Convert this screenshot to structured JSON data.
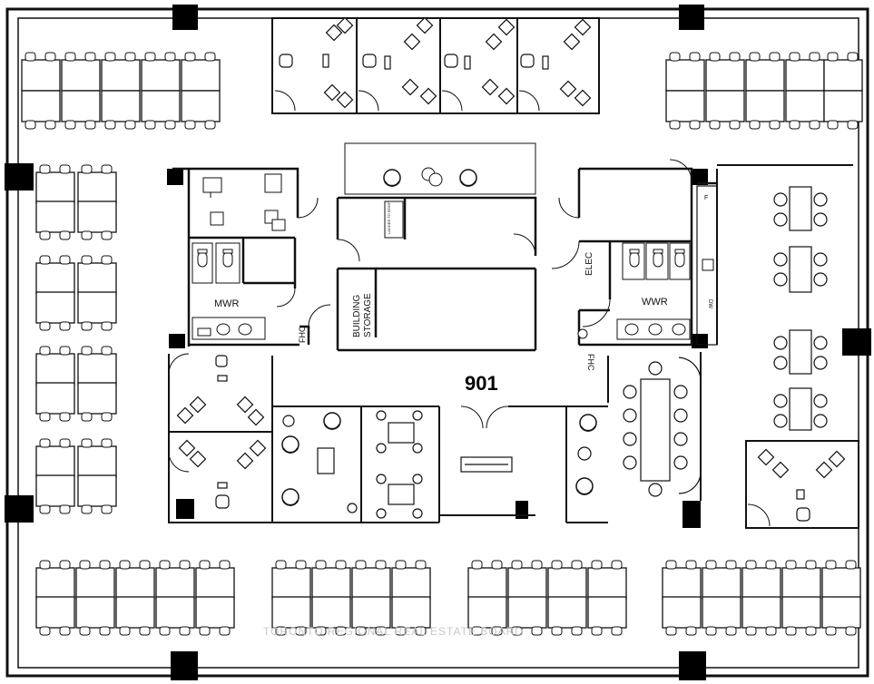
{
  "floor_plan": {
    "unit_number": "901",
    "rooms": {
      "mwr": "MWR",
      "wwr": "WWR",
      "elec": "ELEC",
      "building_storage_line1": "BUILDING",
      "building_storage_line2": "STORAGE",
      "fhc_left": "FHC",
      "fhc_right": "FHC",
      "shaft_note": "LADDER TO ROOF",
      "kitchen_fridge": "F",
      "kitchen_dishwasher": "DW"
    },
    "watermark": "TORONTO REGIONAL REAL ESTATE BOARD"
  }
}
